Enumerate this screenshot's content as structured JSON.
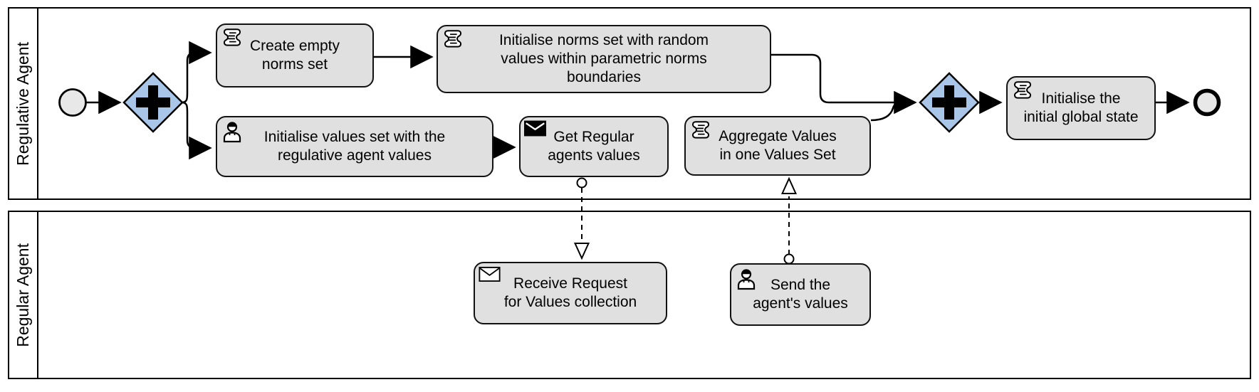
{
  "diagram_title": "BPMN process with two pools",
  "colors": {
    "task_fill": "#e0e0e0",
    "task_border": "#121212",
    "gateway_fill": "#a9c6e8",
    "event_fill": "#e8e8e8",
    "flow_line": "#000000",
    "background": "#ffffff"
  },
  "pools": [
    {
      "label": "Regulative Agent"
    },
    {
      "label": "Regular Agent"
    }
  ],
  "nodes": {
    "start_event": {
      "name": "start-event"
    },
    "split_gateway": {
      "name": "parallel-gateway-split"
    },
    "join_gateway": {
      "name": "parallel-gateway-join"
    },
    "end_event": {
      "name": "end-event"
    },
    "create_norms": {
      "label": "Create empty norms set",
      "lines": [
        "Create empty",
        "norms set"
      ],
      "icon": "script-icon"
    },
    "init_norms": {
      "label": "Initialise norms set with random values within parametric norms boundaries",
      "lines": [
        "Initialise norms set with random",
        "values within parametric norms",
        "boundaries"
      ],
      "icon": "script-icon"
    },
    "init_values": {
      "label": "Initialise values set with the regulative agent values",
      "lines": [
        "Initialise values set with the",
        "regulative agent values"
      ],
      "icon": "user-icon"
    },
    "get_values": {
      "label": "Get Regular agents values",
      "lines": [
        "Get Regular",
        "agents values"
      ],
      "icon": "send-message-icon"
    },
    "aggregate": {
      "label": "Aggregate Values in one Values Set",
      "lines": [
        "Aggregate Values",
        "in one Values Set"
      ],
      "icon": "script-icon"
    },
    "init_state": {
      "label": "Initialise the initial global state",
      "lines": [
        "Initialise the",
        "initial global state"
      ],
      "icon": "script-icon"
    },
    "receive_request": {
      "label": "Receive Request for Values collection",
      "lines": [
        "Receive Request",
        "for Values collection"
      ],
      "icon": "receive-message-icon"
    },
    "send_values": {
      "label": "Send the agent's values",
      "lines": [
        "Send the",
        "agent's values"
      ],
      "icon": "user-icon"
    }
  }
}
